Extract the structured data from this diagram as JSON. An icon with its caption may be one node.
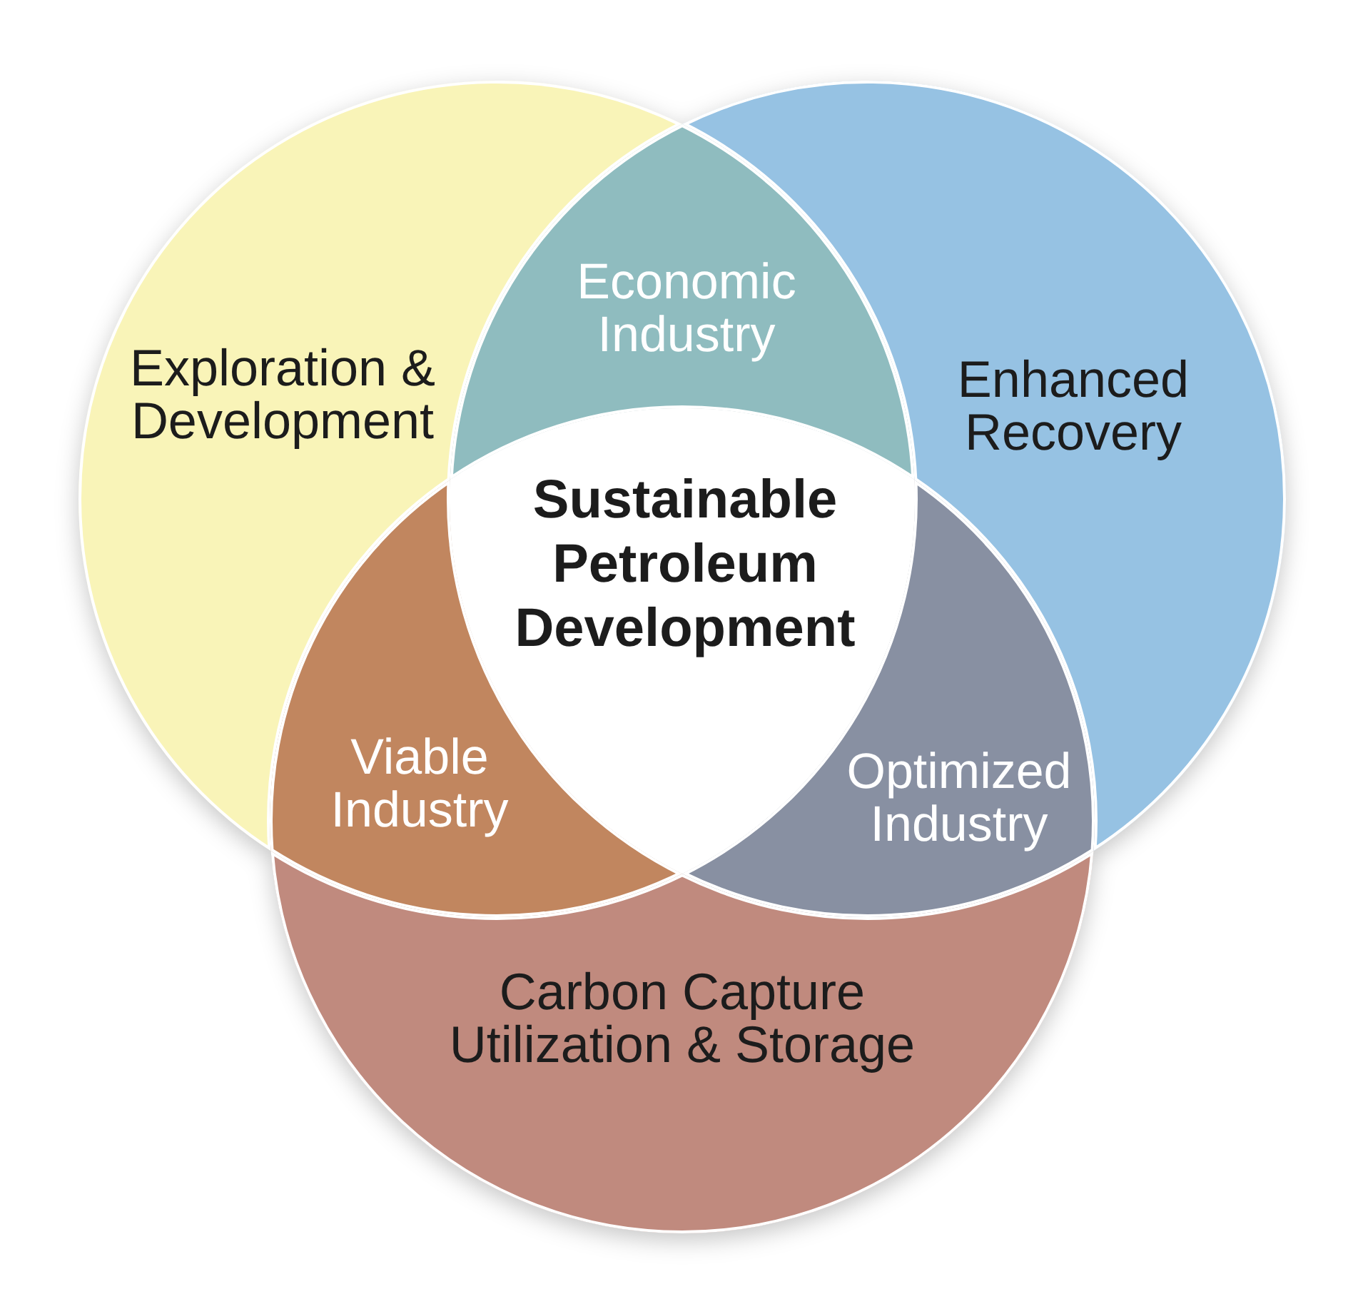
{
  "diagram": {
    "nodes": [
      {
        "text": [
          "Exploration & Development"
        ]
      },
      {
        "text": [
          "Enhanced Recovery"
        ]
      },
      {
        "text": [
          "Carbon Capture Utilization & Storage"
        ]
      },
      {
        "text": [
          "Economic Industry"
        ]
      },
      {
        "text": [
          "Viable Industry"
        ]
      },
      {
        "text": [
          "Optimized Industry"
        ]
      },
      {
        "text": [
          "Sustainable Petroleum Development"
        ]
      }
    ]
  }
}
